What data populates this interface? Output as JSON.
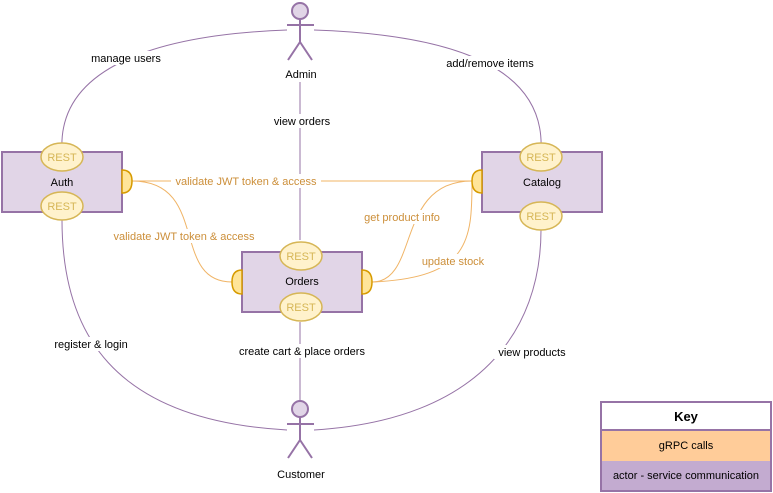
{
  "actors": {
    "admin": "Admin",
    "customer": "Customer"
  },
  "services": {
    "auth": "Auth",
    "catalog": "Catalog",
    "orders": "Orders"
  },
  "rest_label": "REST",
  "edges": {
    "manage_users": "manage users",
    "add_remove_items": "add/remove items",
    "view_orders": "view orders",
    "validate_jwt_top": "validate JWT token & access",
    "validate_jwt_left": "validate JWT token & access",
    "get_product_info": "get product info",
    "update_stock": "update stock",
    "register_login": "register & login",
    "create_cart": "create cart & place orders",
    "view_products": "view products"
  },
  "key": {
    "title": "Key",
    "grpc": "gRPC calls",
    "actor": "actor - service communication"
  },
  "colors": {
    "purple_line": "#9673a6",
    "orange_line": "#f0b466",
    "orange_text": "#cc8f3a",
    "service_fill": "#e1d5e7",
    "rest_fill": "#fff2cc",
    "rest_stroke": "#d6b656",
    "rest_text": "#d6b656",
    "port_fill": "#ffe599",
    "port_stroke": "#d79b00",
    "grpc_key": "#ffcc99",
    "actor_key": "#c3abd0"
  }
}
